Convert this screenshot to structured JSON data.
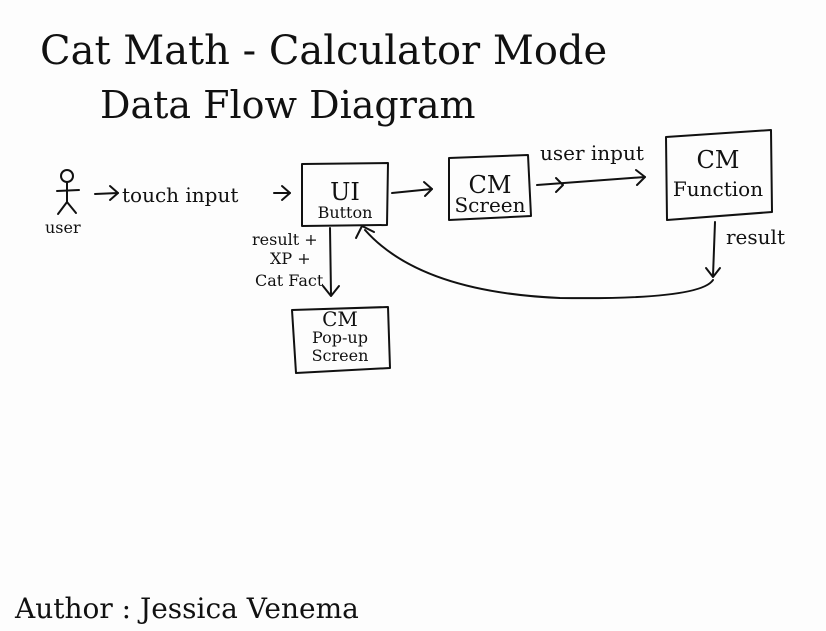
{
  "title": "Cat Math - Calculator Mode",
  "subtitle": "Data Flow Diagram",
  "actor": {
    "label": "user"
  },
  "nodes": {
    "ui_button": {
      "line1": "UI",
      "line2": "Button"
    },
    "cm_screen": {
      "line1": "CM",
      "line2": "Screen"
    },
    "cm_function": {
      "line1": "CM",
      "line2": "Function"
    },
    "cm_popup": {
      "line1": "CM",
      "line2": "Pop-up",
      "line3": "Screen"
    }
  },
  "edges": {
    "touch_input": "touch input",
    "user_input": "user input",
    "result": "result",
    "popup_label_1": "result +",
    "popup_label_2": "XP +",
    "popup_label_3": "Cat Fact"
  },
  "author": "Author : Jessica Venema"
}
